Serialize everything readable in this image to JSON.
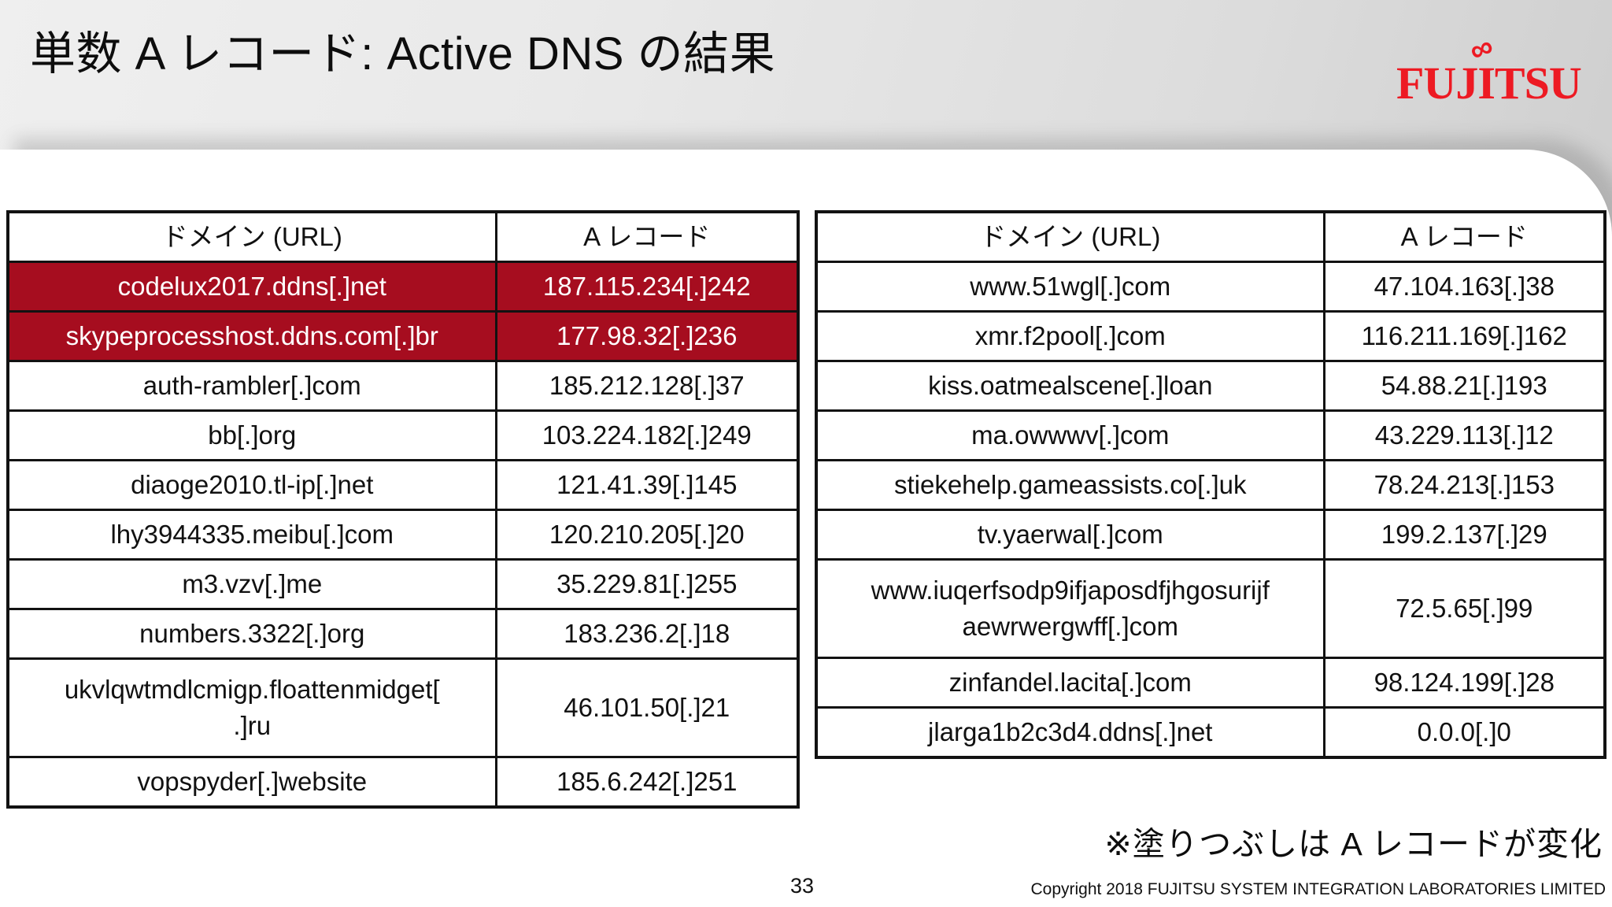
{
  "slide": {
    "title": "単数 A レコード: Active DNS の結果",
    "logo_text": "FUJITSU",
    "logo_symbol": "∞",
    "footnote": "※塗りつぶしは A レコードが変化",
    "page_number": "33",
    "copyright": "Copyright 2018 FUJITSU SYSTEM INTEGRATION LABORATORIES LIMITED"
  },
  "colors": {
    "highlight_red": "#A60D1F",
    "logo_red": "#ED1A23",
    "header_gray_light": "#EFEFEF",
    "header_gray_dark": "#CFCFCF",
    "border_black": "#121212"
  },
  "tables": {
    "headers": [
      "ドメイン (URL)",
      "A レコード"
    ],
    "left": {
      "rows": [
        {
          "domain": "codelux2017.ddns[.]net",
          "a_record": "187.115.234[.]242",
          "highlighted": true
        },
        {
          "domain": "skypeprocesshost.ddns.com[.]br",
          "a_record": "177.98.32[.]236",
          "highlighted": true
        },
        {
          "domain": "auth-rambler[.]com",
          "a_record": "185.212.128[.]37",
          "highlighted": false
        },
        {
          "domain": "bb[.]org",
          "a_record": "103.224.182[.]249",
          "highlighted": false
        },
        {
          "domain": "diaoge2010.tl-ip[.]net",
          "a_record": "121.41.39[.]145",
          "highlighted": false
        },
        {
          "domain": "lhy3944335.meibu[.]com",
          "a_record": "120.210.205[.]20",
          "highlighted": false
        },
        {
          "domain": "m3.vzv[.]me",
          "a_record": "35.229.81[.]255",
          "highlighted": false
        },
        {
          "domain": "numbers.3322[.]org",
          "a_record": "183.236.2[.]18",
          "highlighted": false
        },
        {
          "domain": "ukvlqwtmdlcmigp.floattenmidget[\n.]ru",
          "a_record": "46.101.50[.]21",
          "highlighted": false,
          "tall": true
        },
        {
          "domain": "vopspyder[.]website",
          "a_record": "185.6.242[.]251",
          "highlighted": false
        }
      ]
    },
    "right": {
      "rows": [
        {
          "domain": "www.51wgl[.]com",
          "a_record": "47.104.163[.]38",
          "highlighted": false
        },
        {
          "domain": "xmr.f2pool[.]com",
          "a_record": "116.211.169[.]162",
          "highlighted": false
        },
        {
          "domain": "kiss.oatmealscene[.]loan",
          "a_record": "54.88.21[.]193",
          "highlighted": false
        },
        {
          "domain": "ma.owwwv[.]com",
          "a_record": "43.229.113[.]12",
          "highlighted": false
        },
        {
          "domain": "stiekehelp.gameassists.co[.]uk",
          "a_record": "78.24.213[.]153",
          "highlighted": false
        },
        {
          "domain": "tv.yaerwal[.]com",
          "a_record": "199.2.137[.]29",
          "highlighted": false
        },
        {
          "domain": "www.iuqerfsodp9ifjaposdfjhgosurijf\naewrwergwff[.]com",
          "a_record": "72.5.65[.]99",
          "highlighted": false,
          "tall": true
        },
        {
          "domain": "zinfandel.lacita[.]com",
          "a_record": "98.124.199[.]28",
          "highlighted": false
        },
        {
          "domain": "jlarga1b2c3d4.ddns[.]net",
          "a_record": "0.0.0[.]0",
          "highlighted": false
        }
      ]
    }
  }
}
